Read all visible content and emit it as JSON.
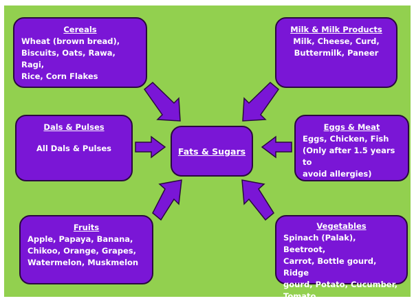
{
  "center": {
    "title": "Fats & Sugars"
  },
  "groups": {
    "cereals": {
      "title": "Cereals",
      "lines": [
        "Wheat (brown bread),",
        "Biscuits, Oats, Rawa, Ragi,",
        "Rice, Corn Flakes"
      ]
    },
    "milk": {
      "title": "Milk & Milk Products",
      "lines": [
        "Milk, Cheese, Curd,",
        "Buttermilk, Paneer"
      ]
    },
    "dals": {
      "title": "Dals & Pulses",
      "lines": [
        "All Dals & Pulses"
      ]
    },
    "eggs": {
      "title": "Eggs & Meat",
      "lines": [
        "Eggs, Chicken, Fish",
        "(Only after 1.5 years to",
        "avoid allergies)"
      ]
    },
    "fruits": {
      "title": "Fruits",
      "lines": [
        "Apple, Papaya, Banana,",
        "Chikoo, Orange, Grapes,",
        "Watermelon, Muskmelon"
      ]
    },
    "vegetables": {
      "title": "Vegetables",
      "lines": [
        "Spinach (Palak), Beetroot,",
        "Carrot, Bottle gourd, Ridge",
        "gourd, Potato, Cucumber,",
        "Tomato"
      ]
    }
  },
  "colors": {
    "background": "#92d04f",
    "box": "#7a16d6",
    "border": "#2a0840"
  }
}
